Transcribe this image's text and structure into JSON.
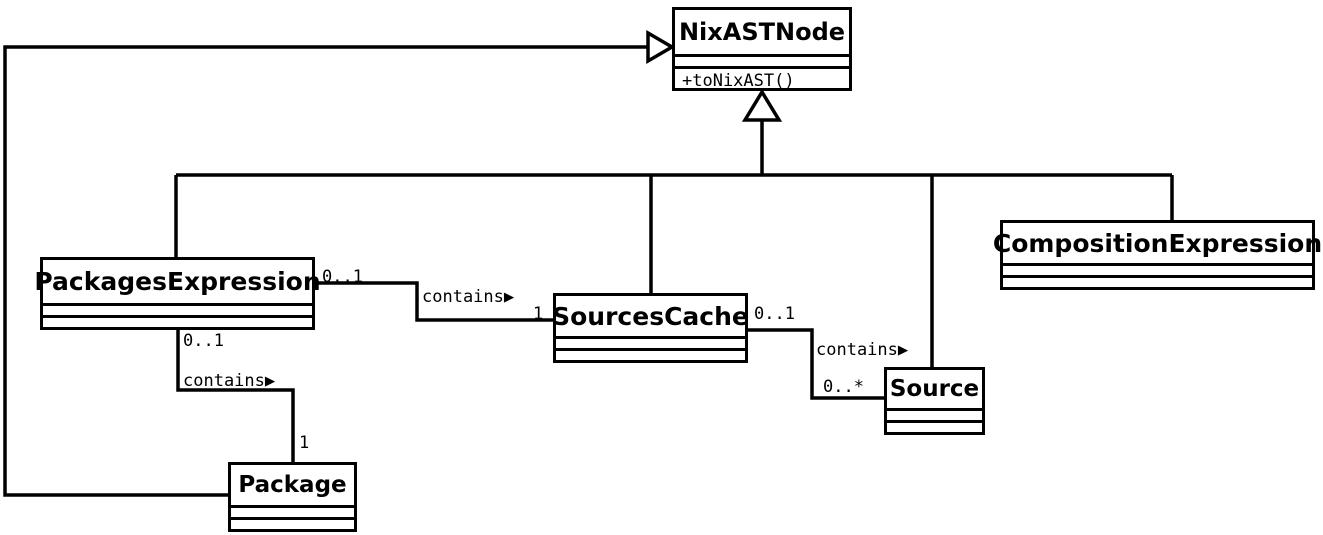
{
  "diagram": {
    "type": "uml-class-diagram",
    "background_color": "#ffffff",
    "line_color": "#000000"
  },
  "classes": {
    "nix_ast_node": {
      "name": "NixASTNode",
      "method": "+toNixAST()"
    },
    "packages_expression": {
      "name": "PackagesExpression"
    },
    "sources_cache": {
      "name": "SourcesCache"
    },
    "source": {
      "name": "Source"
    },
    "composition_expression": {
      "name": "CompositionExpression"
    },
    "package": {
      "name": "Package"
    }
  },
  "associations": {
    "packages_to_sources": {
      "label": "contains▶",
      "source_multiplicity": "0..1",
      "target_multiplicity": "1"
    },
    "packages_to_package": {
      "label": "contains▶",
      "source_multiplicity": "0..1",
      "target_multiplicity": "1"
    },
    "sources_to_source": {
      "label": "contains▶",
      "source_multiplicity": "0..1",
      "target_multiplicity": "0..*"
    }
  },
  "generalizations": [
    {
      "from": "PackagesExpression",
      "to": "NixASTNode"
    },
    {
      "from": "SourcesCache",
      "to": "NixASTNode"
    },
    {
      "from": "Source",
      "to": "NixASTNode"
    },
    {
      "from": "CompositionExpression",
      "to": "NixASTNode"
    },
    {
      "from": "Package",
      "to": "NixASTNode"
    }
  ]
}
